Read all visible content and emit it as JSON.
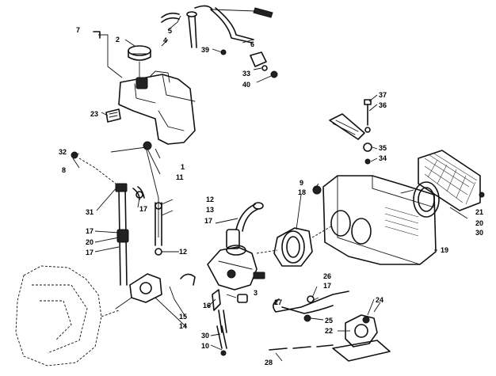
{
  "diagram": {
    "callouts": [
      {
        "id": "c1",
        "text": "1"
      },
      {
        "id": "c2",
        "text": "2"
      },
      {
        "id": "c3",
        "text": "3"
      },
      {
        "id": "c4",
        "text": "4"
      },
      {
        "id": "c5",
        "text": "5"
      },
      {
        "id": "c6",
        "text": "6"
      },
      {
        "id": "c7",
        "text": "7"
      },
      {
        "id": "c8",
        "text": "8"
      },
      {
        "id": "c9",
        "text": "9"
      },
      {
        "id": "c10",
        "text": "10"
      },
      {
        "id": "c11",
        "text": "11"
      },
      {
        "id": "c12a",
        "text": "12"
      },
      {
        "id": "c12b",
        "text": "12"
      },
      {
        "id": "c13",
        "text": "13"
      },
      {
        "id": "c14",
        "text": "14"
      },
      {
        "id": "c15",
        "text": "15"
      },
      {
        "id": "c16",
        "text": "16"
      },
      {
        "id": "c17a",
        "text": "17"
      },
      {
        "id": "c17b",
        "text": "17"
      },
      {
        "id": "c17c",
        "text": "17"
      },
      {
        "id": "c17d",
        "text": "17"
      },
      {
        "id": "c17e",
        "text": "17"
      },
      {
        "id": "c18",
        "text": "18"
      },
      {
        "id": "c19",
        "text": "19"
      },
      {
        "id": "c20a",
        "text": "20"
      },
      {
        "id": "c20b",
        "text": "20"
      },
      {
        "id": "c21",
        "text": "21"
      },
      {
        "id": "c22",
        "text": "22"
      },
      {
        "id": "c23",
        "text": "23"
      },
      {
        "id": "c24",
        "text": "24"
      },
      {
        "id": "c25",
        "text": "25"
      },
      {
        "id": "c26",
        "text": "26"
      },
      {
        "id": "c27",
        "text": "27"
      },
      {
        "id": "c28",
        "text": "28"
      },
      {
        "id": "c30a",
        "text": "30"
      },
      {
        "id": "c30b",
        "text": "30"
      },
      {
        "id": "c31",
        "text": "31"
      },
      {
        "id": "c32",
        "text": "32"
      },
      {
        "id": "c33",
        "text": "33"
      },
      {
        "id": "c34",
        "text": "34"
      },
      {
        "id": "c35",
        "text": "35"
      },
      {
        "id": "c36",
        "text": "36"
      },
      {
        "id": "c37",
        "text": "37"
      },
      {
        "id": "c39",
        "text": "39"
      },
      {
        "id": "c40",
        "text": "40"
      }
    ]
  }
}
